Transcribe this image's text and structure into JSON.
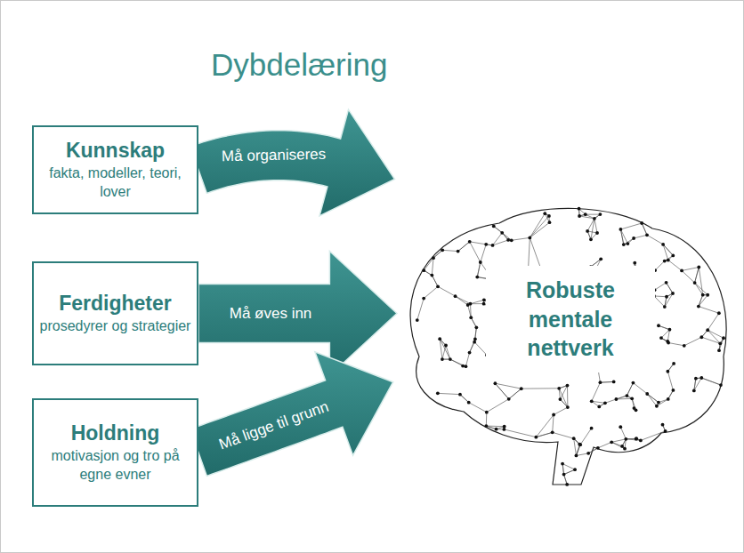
{
  "diagram": {
    "title": "Dybdelæring",
    "nodes": [
      {
        "text": [
          "Kunnskap",
          "fakta, modeller, teori, lover"
        ]
      },
      {
        "text": [
          "Ferdigheter",
          "prosedyrer og strategier"
        ]
      },
      {
        "text": [
          "Holdning",
          "motivasjon og tro på egne evner"
        ]
      },
      {
        "text": [
          "Robuste mentale nettverk"
        ]
      }
    ],
    "edges": [
      {
        "from": 0,
        "to": 3,
        "label": "Må organiseres",
        "arrow": "to"
      },
      {
        "from": 1,
        "to": 3,
        "label": "Må øves inn",
        "arrow": "to"
      },
      {
        "from": 2,
        "to": 3,
        "label": "Må ligge til grunn",
        "arrow": "to"
      }
    ]
  }
}
